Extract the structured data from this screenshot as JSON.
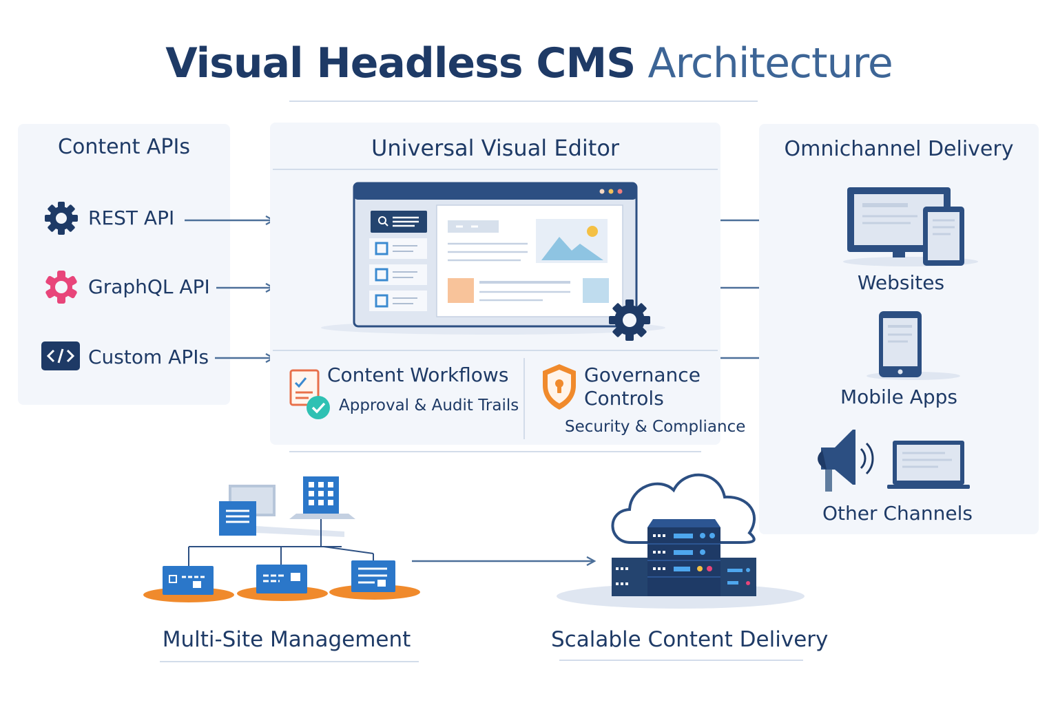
{
  "title": {
    "main": "Visual Headless CMS",
    "sub": "Architecture"
  },
  "content_apis": {
    "title": "Content APIs",
    "items": [
      {
        "label": "REST API",
        "icon": "gear-icon"
      },
      {
        "label": "GraphQL API",
        "icon": "graphql-icon"
      },
      {
        "label": "Custom APIs",
        "icon": "code-icon"
      }
    ]
  },
  "editor": {
    "title": "Universal Visual Editor",
    "workflows": {
      "title": "Content Workflows",
      "subtitle": "Approval & Audit Trails"
    },
    "governance": {
      "title_line1": "Governance",
      "title_line2": "Controls",
      "subtitle": "Security & Compliance"
    }
  },
  "delivery": {
    "title": "Omnichannel Delivery",
    "channels": [
      {
        "label": "Websites",
        "icon": "desktop-tablet-icon"
      },
      {
        "label": "Mobile Apps",
        "icon": "smartphone-icon"
      },
      {
        "label": "Other Channels",
        "icon": "megaphone-laptop-icon"
      }
    ]
  },
  "bottom": {
    "multisite": "Multi-Site Management",
    "scalable": "Scalable Content Delivery"
  },
  "colors": {
    "navy": "#1e3a66",
    "blue": "#2b77c9",
    "orange": "#f08a2c",
    "pink": "#e8457a",
    "teal": "#2fc1b3",
    "panel": "#f3f6fb"
  }
}
